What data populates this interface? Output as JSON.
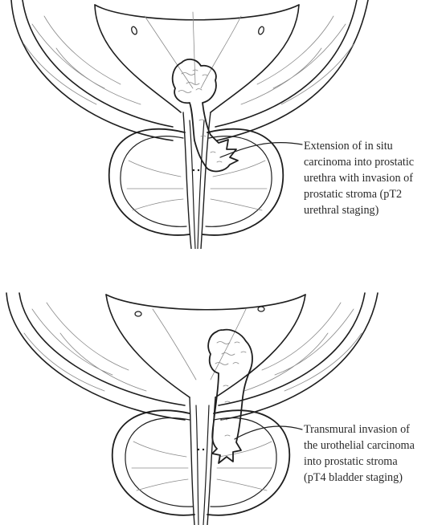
{
  "figure": {
    "panels": [
      {
        "id": "top",
        "caption": "Extension of in situ\ncarcinoma into prostatic\nurethra with invasion of\nprostatic stroma (pT2\nurethral staging)"
      },
      {
        "id": "bottom",
        "caption": "Transmural invasion of\nthe urothelial carcinoma\ninto prostatic stroma\n(pT4 bladder staging)"
      }
    ]
  }
}
